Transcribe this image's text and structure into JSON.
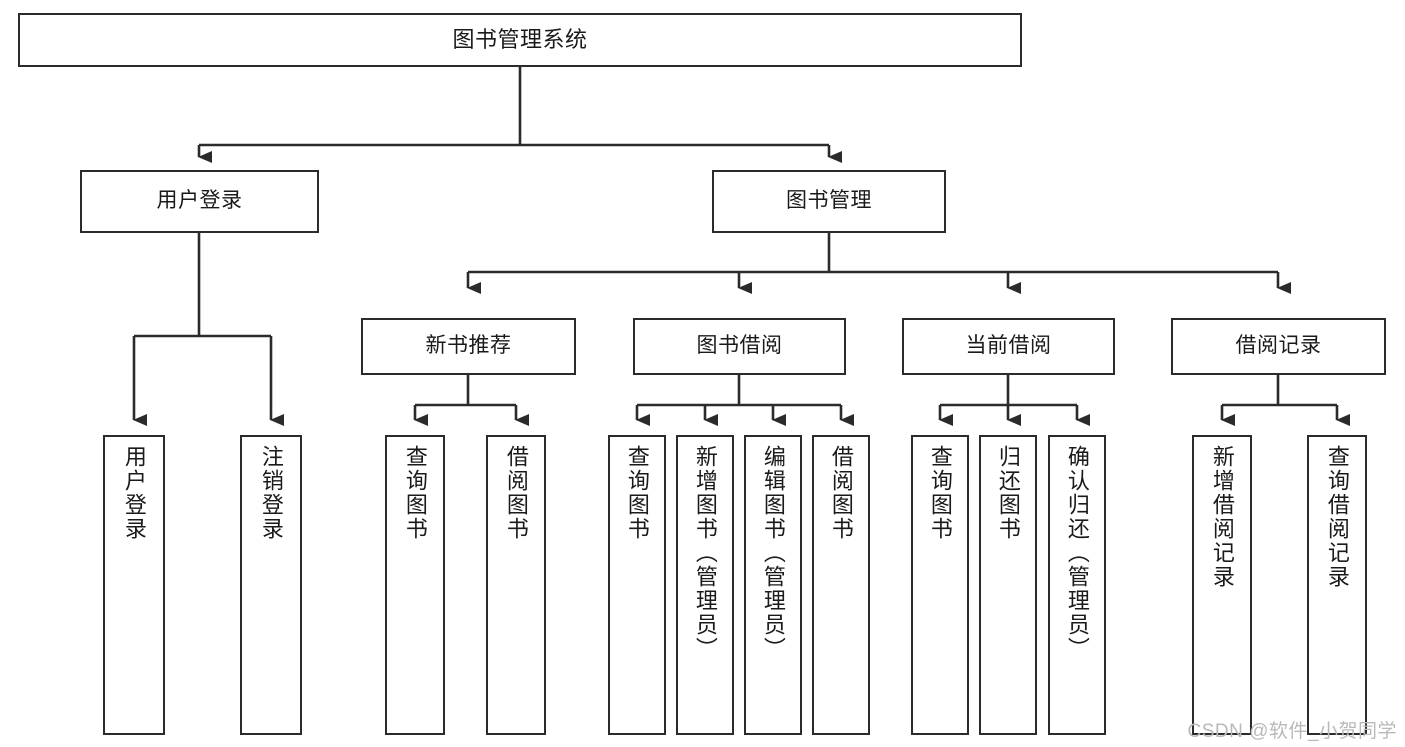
{
  "diagram": {
    "title": "图书管理系统",
    "type": "tree-hierarchy-chart",
    "style": {
      "box_border_color": "#2b2b2b",
      "box_fill_color": "#ffffff",
      "edge_color": "#2b2b2b",
      "text_color": "#1a1a1a",
      "background": "#ffffff",
      "watermark_color": "#b9b9b9"
    },
    "watermark": "CSDN @软件_小贺同学"
  },
  "nodes": {
    "root": {
      "id": "root",
      "label": "图书管理系统",
      "level": 0,
      "orientation": "horizontal"
    },
    "level1": [
      {
        "id": "user-login",
        "label": "用户登录",
        "level": 1,
        "orientation": "horizontal"
      },
      {
        "id": "book-management",
        "label": "图书管理",
        "level": 1,
        "orientation": "horizontal"
      }
    ],
    "level2": [
      {
        "id": "new-book-recommend",
        "label": "新书推荐",
        "level": 2,
        "orientation": "horizontal",
        "parent": "book-management"
      },
      {
        "id": "book-borrow",
        "label": "图书借阅",
        "level": 2,
        "orientation": "horizontal",
        "parent": "book-management"
      },
      {
        "id": "current-borrow",
        "label": "当前借阅",
        "level": 2,
        "orientation": "horizontal",
        "parent": "book-management"
      },
      {
        "id": "borrow-record",
        "label": "借阅记录",
        "level": 2,
        "orientation": "horizontal",
        "parent": "book-management"
      }
    ],
    "leaves": [
      {
        "id": "leaf-user-login",
        "label": "用户登录",
        "parent": "user-login",
        "orientation": "vertical"
      },
      {
        "id": "leaf-logout-login",
        "label": "注销登录",
        "parent": "user-login",
        "orientation": "vertical"
      },
      {
        "id": "leaf-query-book-1",
        "label": "查询图书",
        "parent": "new-book-recommend",
        "orientation": "vertical"
      },
      {
        "id": "leaf-borrow-book-1",
        "label": "借阅图书",
        "parent": "new-book-recommend",
        "orientation": "vertical"
      },
      {
        "id": "leaf-query-book-2",
        "label": "查询图书",
        "parent": "book-borrow",
        "orientation": "vertical"
      },
      {
        "id": "leaf-add-book",
        "label": "新增图书（管理员）",
        "parent": "book-borrow",
        "orientation": "vertical"
      },
      {
        "id": "leaf-edit-book",
        "label": "编辑图书（管理员）",
        "parent": "book-borrow",
        "orientation": "vertical"
      },
      {
        "id": "leaf-borrow-book-2",
        "label": "借阅图书",
        "parent": "book-borrow",
        "orientation": "vertical"
      },
      {
        "id": "leaf-query-book-3",
        "label": "查询图书",
        "parent": "current-borrow",
        "orientation": "vertical"
      },
      {
        "id": "leaf-return-book",
        "label": "归还图书",
        "parent": "current-borrow",
        "orientation": "vertical"
      },
      {
        "id": "leaf-confirm-return",
        "label": "确认归还（管理员）",
        "parent": "current-borrow",
        "orientation": "vertical"
      },
      {
        "id": "leaf-add-record",
        "label": "新增借阅记录",
        "parent": "borrow-record",
        "orientation": "vertical"
      },
      {
        "id": "leaf-query-record",
        "label": "查询借阅记录",
        "parent": "borrow-record",
        "orientation": "vertical"
      }
    ]
  }
}
